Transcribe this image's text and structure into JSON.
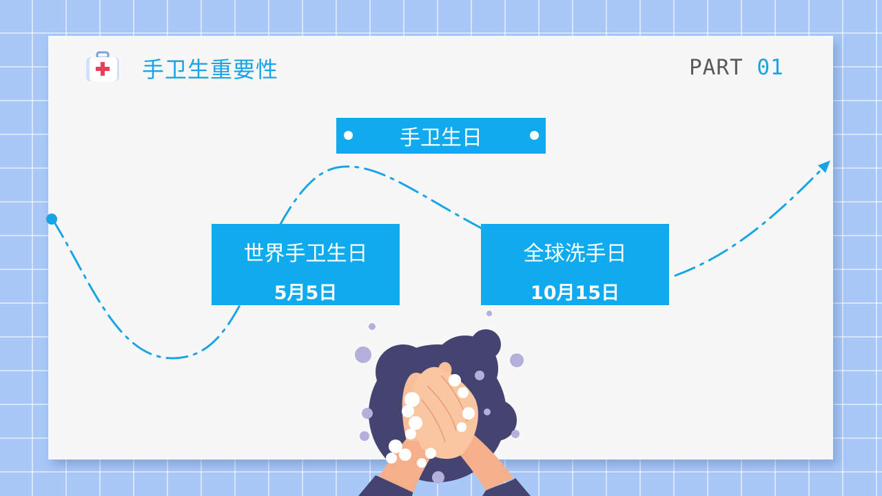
{
  "header": {
    "title": "手卫生重要性",
    "part_word": "PART",
    "part_number": "01"
  },
  "timeline": {
    "top_label": "手卫生日",
    "events": [
      {
        "name": "世界手卫生日",
        "date": "5月5日"
      },
      {
        "name": "全球洗手日",
        "date": "10月15日"
      }
    ]
  },
  "icons": {
    "header_icon": "first-aid-kit-icon",
    "illustration": "hand-washing-illustration"
  },
  "colors": {
    "accent": "#10abee",
    "title_blue": "#16a4e6",
    "background": "#a8c8f8",
    "card": "#f7f7f7",
    "text_gray": "#5a5a5a"
  }
}
